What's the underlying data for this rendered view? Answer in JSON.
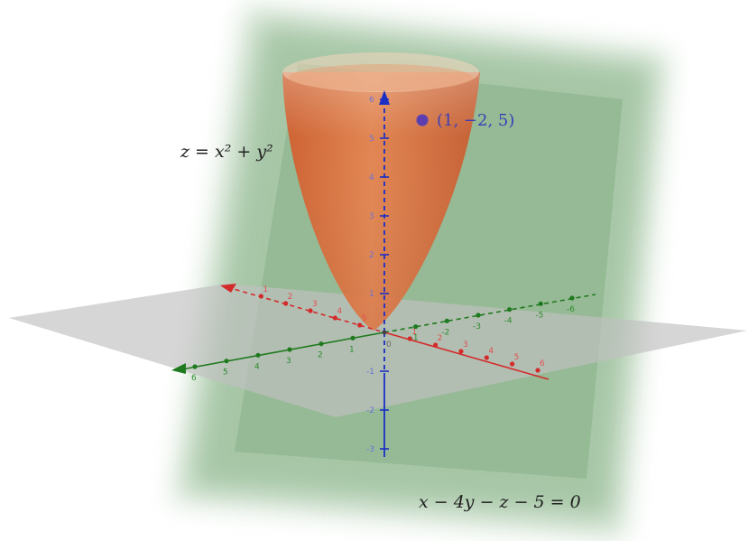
{
  "scene": {
    "paraboloid_equation": "z = x² + y²",
    "plane_equation": "x − 4y − z − 5 = 0",
    "point_label": "(1, −2, 5)",
    "colors": {
      "paraboloid": "#e0703a",
      "plane": "#2f7d2f",
      "x_axis": "#d42a2a",
      "y_axis": "#1f7a1f",
      "z_axis": "#1b2fc4",
      "point": "#5b3fb0",
      "xy_plane": "#8a8a8a"
    },
    "x_axis_ticks_neg": [
      "5",
      "4",
      "3",
      "2",
      "1"
    ],
    "x_axis_ticks_pos": [
      "1",
      "2",
      "3",
      "4",
      "5",
      "6"
    ],
    "y_axis_ticks_pos": [
      "1",
      "2",
      "3",
      "4",
      "5",
      "6"
    ],
    "y_axis_ticks_neg": [
      "-1",
      "-2",
      "-3",
      "-4",
      "-5",
      "-6"
    ],
    "z_axis_ticks_pos": [
      "1",
      "2",
      "3",
      "4",
      "5",
      "6"
    ],
    "z_axis_ticks_neg": [
      "-1",
      "-2",
      "-3"
    ],
    "origin_label": "0"
  }
}
